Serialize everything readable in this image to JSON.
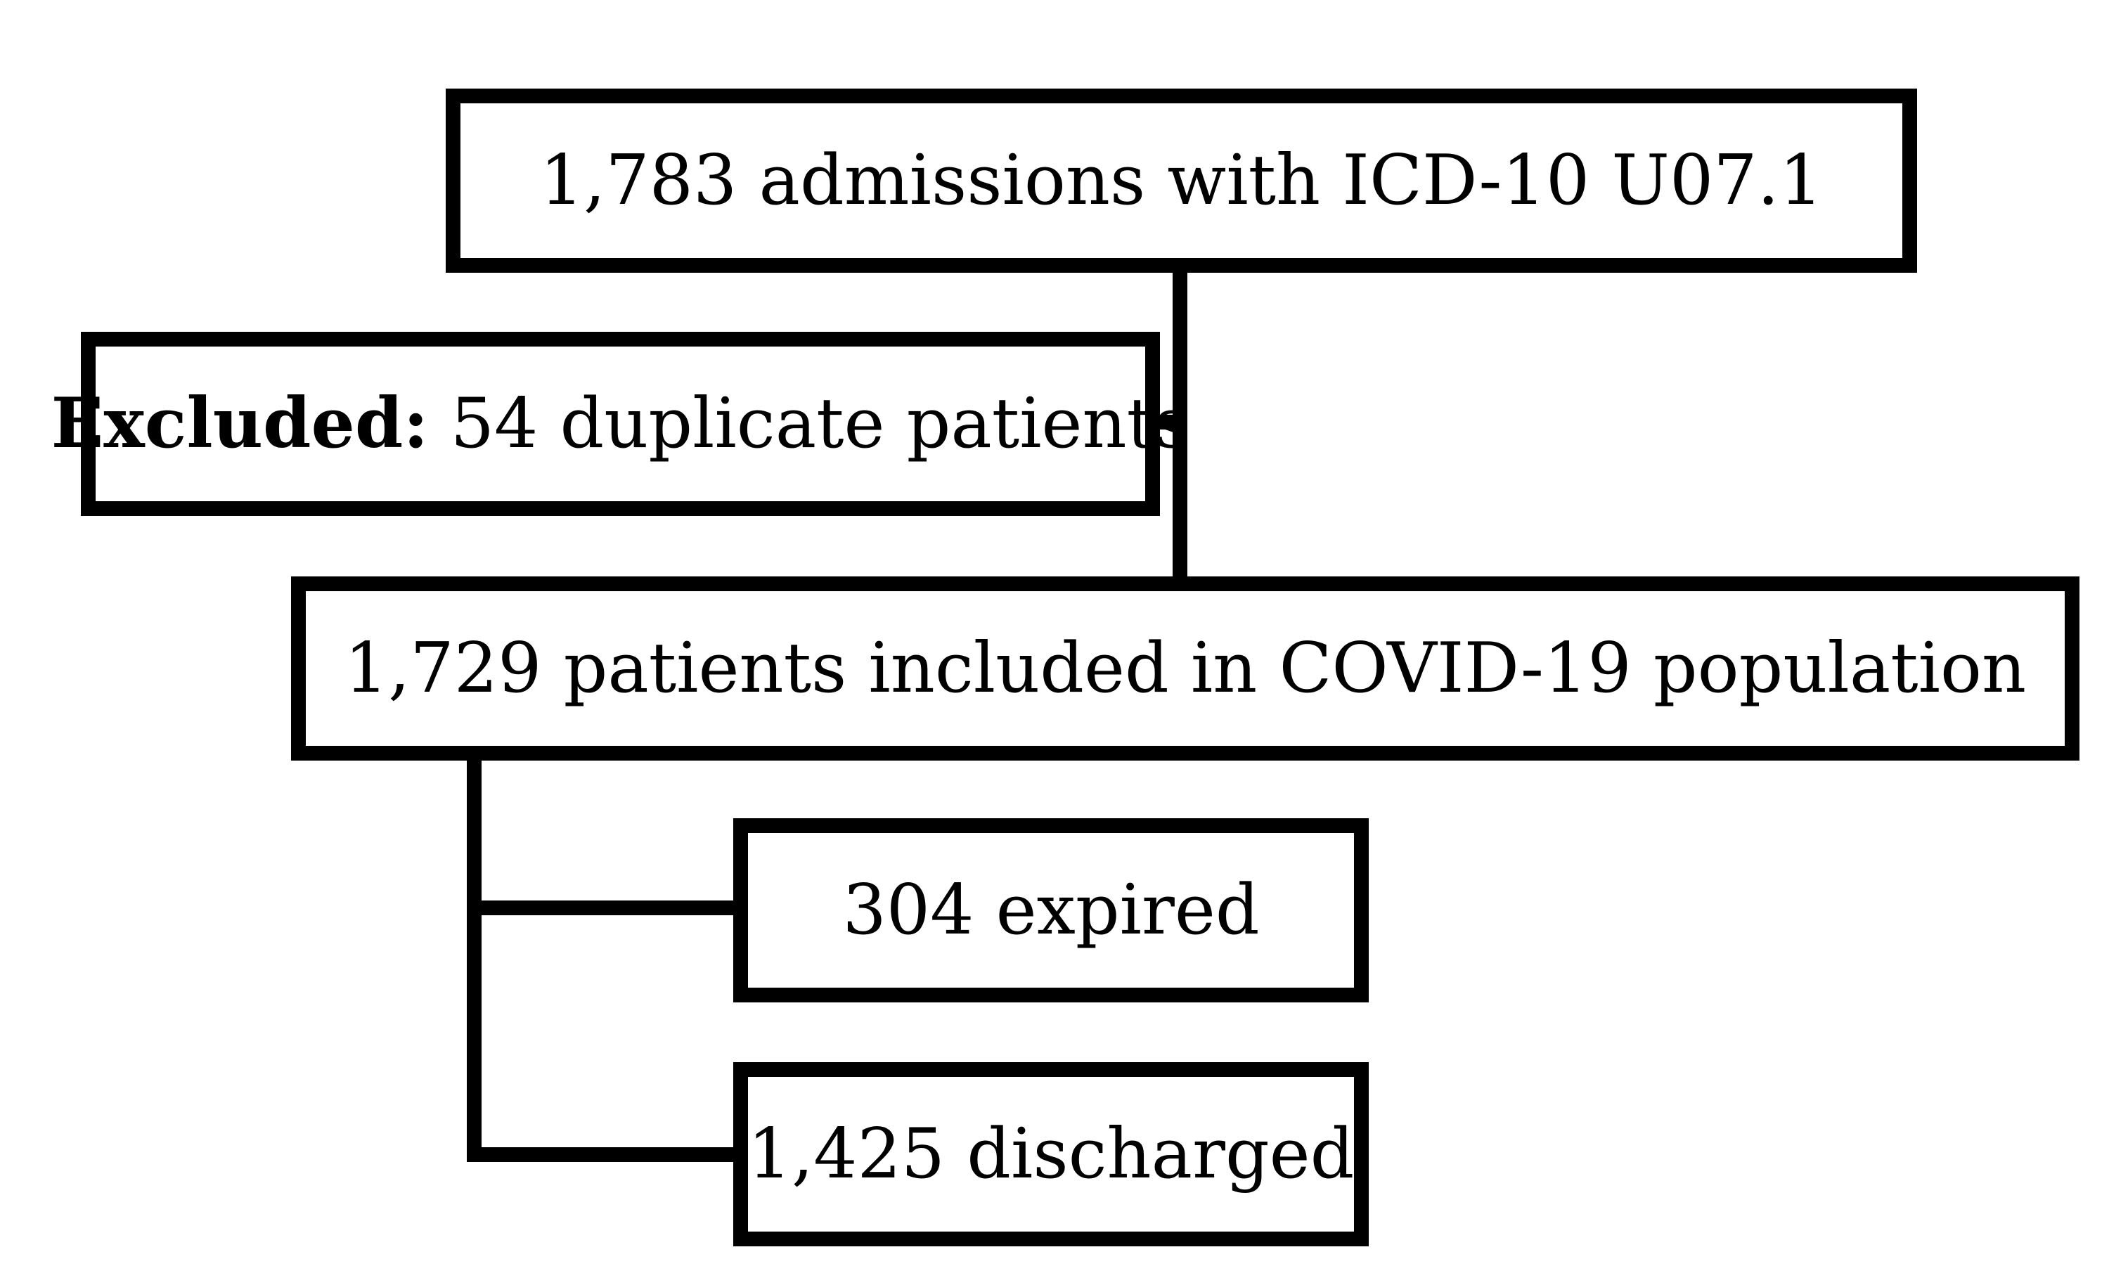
{
  "flowchart": {
    "admissions": {
      "text": "1,783 admissions with ICD-10 U07.1"
    },
    "excluded": {
      "label": "Excluded:",
      "text": "54 duplicate patients"
    },
    "included": {
      "text": "1,729 patients included in COVID-19 population"
    },
    "expired": {
      "text": "304 expired"
    },
    "discharged": {
      "text": "1,425 discharged"
    }
  },
  "colors": {
    "line": "#000000",
    "background": "#ffffff"
  }
}
